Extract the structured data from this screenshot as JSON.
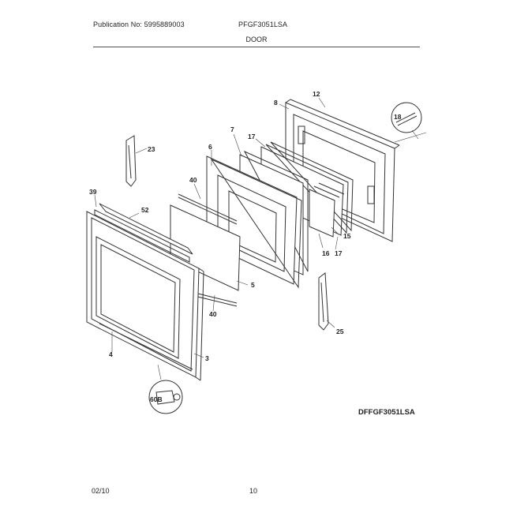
{
  "header": {
    "publication": "Publication No: 5995889003",
    "model": "PFGF3051LSA",
    "section": "DOOR"
  },
  "diagram": {
    "id": "DFFGF3051LSA",
    "callouts": {
      "c12": "12",
      "c8": "8",
      "c18": "18",
      "c7": "7",
      "c17a": "17",
      "c6": "6",
      "c23": "23",
      "c40a": "40",
      "c39": "39",
      "c52": "52",
      "c15": "15",
      "c16": "16",
      "c17b": "17",
      "c5": "5",
      "c40b": "40",
      "c4": "4",
      "c3": "3",
      "c25": "25",
      "c60b": "60B"
    }
  },
  "footer": {
    "date": "02/10",
    "page": "10"
  }
}
